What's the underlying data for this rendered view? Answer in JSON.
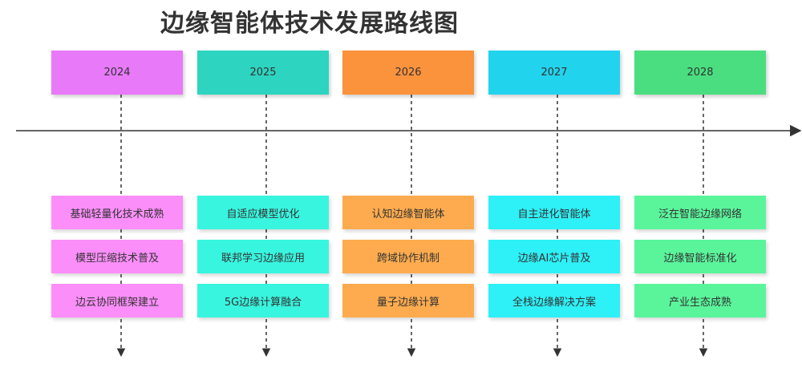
{
  "title": "边缘智能体技术发展路线图",
  "columns": [
    {
      "year": "2024",
      "year_color": "#e879f9",
      "item_color": "#fb8ef9",
      "items": [
        "基础轻量化技术成熟",
        "模型压缩技术普及",
        "边云协同框架建立"
      ]
    },
    {
      "year": "2025",
      "year_color": "#2dd4bf",
      "item_color": "#38f5df",
      "items": [
        "自适应模型优化",
        "联邦学习边缘应用",
        "5G边缘计算融合"
      ]
    },
    {
      "year": "2026",
      "year_color": "#fb923c",
      "item_color": "#fdab4e",
      "items": [
        "认知边缘智能体",
        "跨域协作机制",
        "量子边缘计算"
      ]
    },
    {
      "year": "2027",
      "year_color": "#22d3ee",
      "item_color": "#2ef0f7",
      "items": [
        "自主进化智能体",
        "边缘AI芯片普及",
        "全栈边缘解决方案"
      ]
    },
    {
      "year": "2028",
      "year_color": "#4ade80",
      "item_color": "#5af59b",
      "items": [
        "泛在智能边缘网络",
        "边缘智能标准化",
        "产业生态成熟"
      ]
    }
  ]
}
